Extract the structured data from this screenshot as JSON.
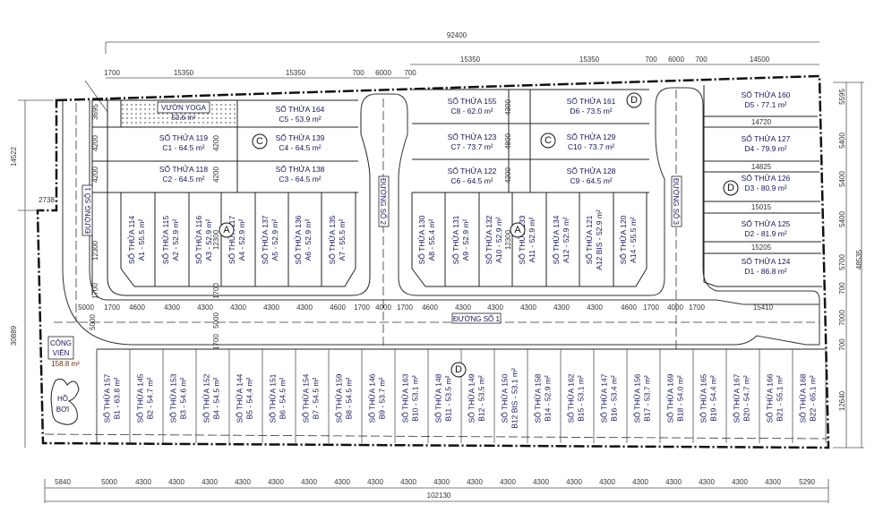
{
  "plan": {
    "zones": [
      "A",
      "C",
      "C",
      "D",
      "D",
      "A",
      "D"
    ],
    "roads": {
      "road1": "ĐƯỜNG SỐ 1",
      "road1_left": "ĐƯỜNG SỐ 1",
      "road2": "ĐƯỜNG SỐ 2",
      "road3": "ĐƯỜNG SỐ 3"
    },
    "yoga": {
      "title": "VƯỜN YOGA",
      "area": "53.6 m²"
    },
    "park": {
      "title1": "CÔNG",
      "title2": "VIÊN",
      "area": "158.8 m²"
    },
    "pool": {
      "line1": "HỒ",
      "line2": "BƠI"
    }
  },
  "c_lots": [
    {
      "title": "SỐ THỬA 164",
      "area": "C5 - 53.9 m²"
    },
    {
      "title": "SỐ THỬA 119",
      "area": "C1 - 64.5 m²"
    },
    {
      "title": "SỐ THỬA 139",
      "area": "C4 - 64.5 m²"
    },
    {
      "title": "SỐ THỬA 118",
      "area": "C2 - 64.5 m²"
    },
    {
      "title": "SỐ THỬA 138",
      "area": "C3 - 64.5 m²"
    },
    {
      "title": "SỐ THỬA 155",
      "area": "C8 - 62.0 m²"
    },
    {
      "title": "SỐ THỬA 161",
      "area": "D6 - 73.5 m²"
    },
    {
      "title": "SỐ THỬA 123",
      "area": "C7 - 73.7 m²"
    },
    {
      "title": "SỐ THỬA 129",
      "area": "C10 - 73.7 m²"
    },
    {
      "title": "SỐ THỬA 122",
      "area": "C6 - 64.5 m²"
    },
    {
      "title": "SỐ THỬA 128",
      "area": "C9 - 64.5 m²"
    },
    {
      "title": "SỐ THỬA 160",
      "area": "D5 - 77.1 m²"
    },
    {
      "title": "SỐ THỬA 127",
      "area": "D4 - 79.9 m²"
    },
    {
      "title": "SỐ THỬA 126",
      "area": "D3 - 80.9 m²"
    },
    {
      "title": "SỐ THỬA 125",
      "area": "D2 - 81.9 m²"
    },
    {
      "title": "SỐ THỬA 124",
      "area": "D1 - 86.8 m²"
    }
  ],
  "a_lots": [
    {
      "title": "SỐ THỬA 114",
      "area": "A1 - 55.5 m²"
    },
    {
      "title": "SỐ THỬA 115",
      "area": "A2 - 52.9 m²"
    },
    {
      "title": "SỐ THỬA 116",
      "area": "A3 - 52.9 m²"
    },
    {
      "title": "SỐ THỬA 117",
      "area": "A4 - 52.9 m²"
    },
    {
      "title": "SỐ THỬA 137",
      "area": "A5 - 52.9 m²"
    },
    {
      "title": "SỐ THỬA 136",
      "area": "A6 - 52.9 m²"
    },
    {
      "title": "SỐ THỬA 135",
      "area": "A7 - 55.5 m²"
    },
    {
      "title": "SỐ THỬA 130",
      "area": "A8 - 55.4 m²"
    },
    {
      "title": "SỐ THỬA 131",
      "area": "A9 - 52.9 m²"
    },
    {
      "title": "SỐ THỬA 132",
      "area": "A10 - 52.9 m²"
    },
    {
      "title": "SỐ THỬA 133",
      "area": "A11 - 52.9 m²"
    },
    {
      "title": "SỐ THỬA 134",
      "area": "A12 - 52.9 m²"
    },
    {
      "title": "SỐ THỬA 121",
      "area": "A12 BIS - 52.9 m²"
    },
    {
      "title": "SỐ THỬA 120",
      "area": "A14 - 55.5 m²"
    }
  ],
  "b_lots": [
    {
      "title": "SỐ THỬA 157",
      "area": "B1 - 63.8 m²"
    },
    {
      "title": "SỐ THỬA 145",
      "area": "B2 - 54.7 m²"
    },
    {
      "title": "SỐ THỬA 153",
      "area": "B3 - 54.6 m²"
    },
    {
      "title": "SỐ THỬA 152",
      "area": "B4 - 54.5 m²"
    },
    {
      "title": "SỐ THỬA 144",
      "area": "B5 - 54.4 m²"
    },
    {
      "title": "SỐ THỬA 151",
      "area": "B6 - 54.5 m²"
    },
    {
      "title": "SỐ THỬA 154",
      "area": "B7 - 54.5 m²"
    },
    {
      "title": "SỐ THỬA 159",
      "area": "B8 - 54.5 m²"
    },
    {
      "title": "SỐ THỬA 146",
      "area": "B9 - 53.7 m²"
    },
    {
      "title": "SỐ THỬA 163",
      "area": "B10 - 53.1 m²"
    },
    {
      "title": "SỐ THỬA 148",
      "area": "B11 - 53.5 m²"
    },
    {
      "title": "SỐ THỬA 149",
      "area": "B12 - 53.5 m²"
    },
    {
      "title": "SỐ THỬA 150",
      "area": "B12 BIS - 53.1 m²"
    },
    {
      "title": "SỐ THỬA 158",
      "area": "B14 - 52.9 m²"
    },
    {
      "title": "SỐ THỬA 162",
      "area": "B15 - 53.1 m²"
    },
    {
      "title": "SỐ THỬA 147",
      "area": "B16 - 53.4 m²"
    },
    {
      "title": "SỐ THỬA 156",
      "area": "B17 - 53.7 m²"
    },
    {
      "title": "SỐ THỬA 169",
      "area": "B18 - 54.0 m²"
    },
    {
      "title": "SỐ THỬA 165",
      "area": "B19 - 54.4 m²"
    },
    {
      "title": "SỐ THỬA 167",
      "area": "B20 - 54.7 m²"
    },
    {
      "title": "SỐ THỬA 166",
      "area": "B21 - 55.1 m²"
    },
    {
      "title": "SỐ THỬA 168",
      "area": "B22 - 65.1 m²"
    }
  ],
  "dims": {
    "top_total": "92400",
    "top_left": [
      "1700",
      "15350",
      "15350",
      "700",
      "6000",
      "700"
    ],
    "top_right": [
      "15350",
      "15350",
      "700",
      "6000",
      "700",
      "14500"
    ],
    "d_strips": [
      "14720",
      "14825",
      "15015",
      "15205"
    ],
    "road_row": [
      "5000",
      "1700",
      "4600",
      "4300",
      "4300",
      "4300",
      "4300",
      "4300",
      "4600",
      "1700",
      "4000",
      "1700",
      "4600",
      "4300",
      "4300",
      "4300",
      "4300",
      "4300",
      "4600",
      "1700",
      "4000",
      "1700",
      "15410"
    ],
    "bottom": [
      "5840",
      "5000",
      "4300",
      "4300",
      "4300",
      "4300",
      "4300",
      "4300",
      "4300",
      "4300",
      "4300",
      "4300",
      "4300",
      "4300",
      "4300",
      "4300",
      "4300",
      "4300",
      "4300",
      "4300",
      "4300",
      "4300",
      "5290"
    ],
    "bottom_total": "102130",
    "right": [
      "5595",
      "5400",
      "5400",
      "5400",
      "5700",
      "700",
      "7000",
      "700",
      "12640"
    ],
    "right_total": "48535",
    "left": [
      "14522",
      "30889",
      "2738"
    ],
    "inner_left": [
      "3695",
      "4200",
      "4200",
      "12300",
      "1700"
    ],
    "inner_mid": [
      "4200",
      "4200",
      "12300",
      "1700",
      "5000",
      "1700"
    ],
    "inner_right": [
      "4300",
      "4800",
      "4200",
      "12300"
    ],
    "road_left": [
      "5000"
    ]
  }
}
